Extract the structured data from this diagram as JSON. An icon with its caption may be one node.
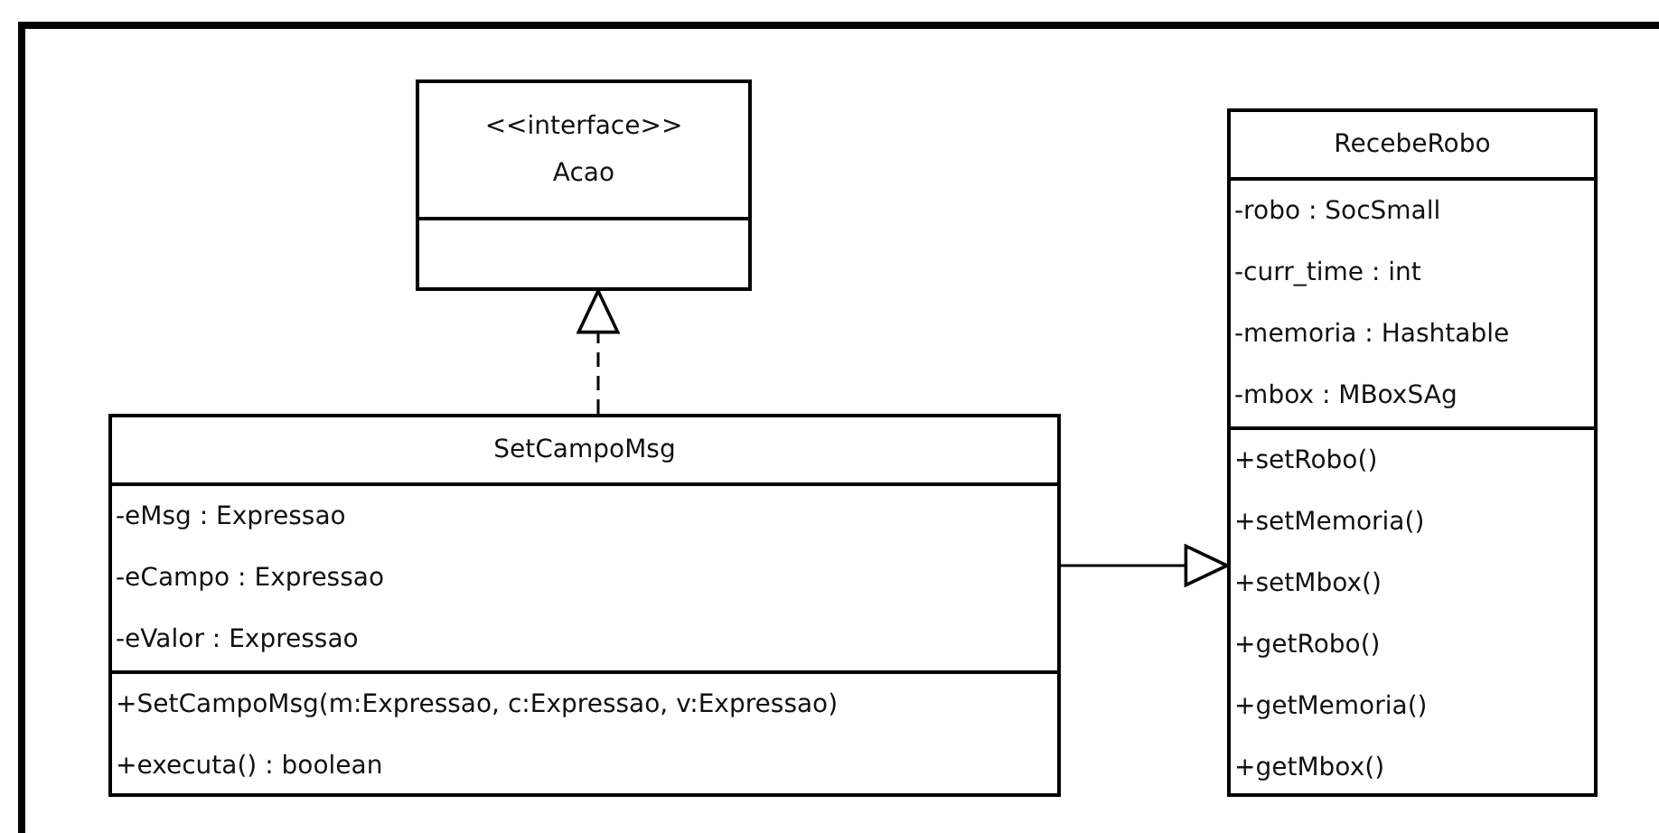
{
  "diagram": {
    "nodes": [
      {
        "text": [
          "<<interface>>",
          "Acao"
        ]
      },
      {
        "text": [],
        "shape": "box",
        "in": 0
      },
      {
        "text": [
          "SetCampoMsg"
        ]
      },
      {
        "text": [
          "-eMsg : Expressao",
          "-eCampo : Expressao",
          "-eValor : Expressao"
        ],
        "in": 2
      },
      {
        "text": [
          "+SetCampoMsg(m:Expressao, c:Expressao, v:Expressao)",
          "+executa() : boolean"
        ],
        "in": 2
      },
      {
        "text": [
          "RecebeRobo"
        ]
      },
      {
        "text": [
          "-robo : SocSmall",
          "-curr_time : int",
          "-memoria : Hashtable",
          "-mbox : MBoxSAg"
        ],
        "in": 5
      },
      {
        "text": [
          "+setRobo()",
          "+setMemoria()",
          "+setMbox()",
          "+getRobo()",
          "+getMemoria()",
          "+getMbox()"
        ],
        "in": 5
      }
    ],
    "edges": [
      {
        "from": 2,
        "to": 0,
        "arrow": "to",
        "style": "dashed"
      },
      {
        "from": 2,
        "to": 5,
        "arrow": "to"
      }
    ]
  }
}
